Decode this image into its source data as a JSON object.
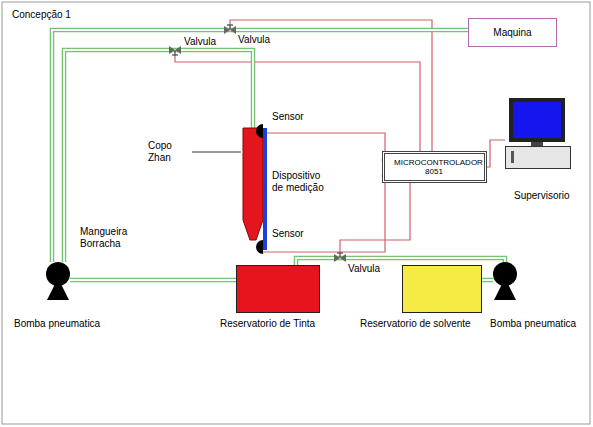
{
  "diagram": {
    "nodes": [
      {
        "text": [
          "Maquina"
        ]
      },
      {
        "text": [
          "MICROCONTROLADOR 8051"
        ]
      },
      {
        "text": [
          "Supervisorio"
        ]
      },
      {
        "text": [
          "Copo Zhan"
        ]
      },
      {
        "text": [
          "Dispositivo de medição"
        ]
      },
      {
        "text": [
          "Sensor"
        ]
      },
      {
        "text": [
          "Sensor"
        ]
      },
      {
        "text": [
          "Bomba pneumatica"
        ]
      },
      {
        "text": [
          "Reservatorio de Tinta"
        ]
      },
      {
        "text": [
          "Reservatorio de solvente"
        ]
      },
      {
        "text": [
          "Bomba pneumatica"
        ]
      }
    ],
    "edges": [
      {
        "from": 7,
        "to": 0,
        "arrow": "none"
      },
      {
        "from": 7,
        "to": 3,
        "arrow": "none"
      },
      {
        "from": 8,
        "to": 7,
        "arrow": "none"
      },
      {
        "from": 9,
        "to": 10,
        "arrow": "none"
      },
      {
        "from": 10,
        "to": 8,
        "arrow": "none"
      },
      {
        "from": 5,
        "to": 1,
        "arrow": "none"
      },
      {
        "from": 6,
        "to": 1,
        "arrow": "none"
      },
      {
        "from": 1,
        "to": 2,
        "arrow": "none"
      }
    ],
    "labels": [
      "Concepção 1",
      "Valvula",
      "Valvula",
      "Valvula",
      "Mangueira Borracha"
    ]
  }
}
